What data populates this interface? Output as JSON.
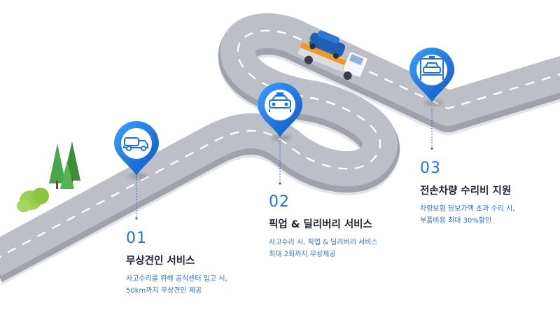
{
  "steps": [
    {
      "number": "01",
      "title": "무상견인 서비스",
      "desc_lines": [
        "사고수리를 위해 공식센터 입고 시,",
        "50km까지 무상견인 제공"
      ],
      "pin_icon": "tow-truck-icon"
    },
    {
      "number": "02",
      "title": "픽업 & 딜리버리 서비스",
      "desc_lines": [
        "사고수리 시, 픽업 & 딜리버리 서비스",
        "최대 2회까지 무상제공"
      ],
      "pin_icon": "taxi-icon"
    },
    {
      "number": "03",
      "title": "전손차량 수리비 지원",
      "desc_lines": [
        "차량보험 담보가액 초과 수리 시,",
        "부품비용 최대 30%할인"
      ],
      "pin_icon": "car-lift-icon"
    }
  ],
  "colors": {
    "accent": "#1f74d8",
    "pin": "#1a73e8",
    "road": "#b9bcc3",
    "road_edge": "#8c9099",
    "title": "#1e2233",
    "tree": "#3f9a3f",
    "bush": "#8cc63f"
  }
}
